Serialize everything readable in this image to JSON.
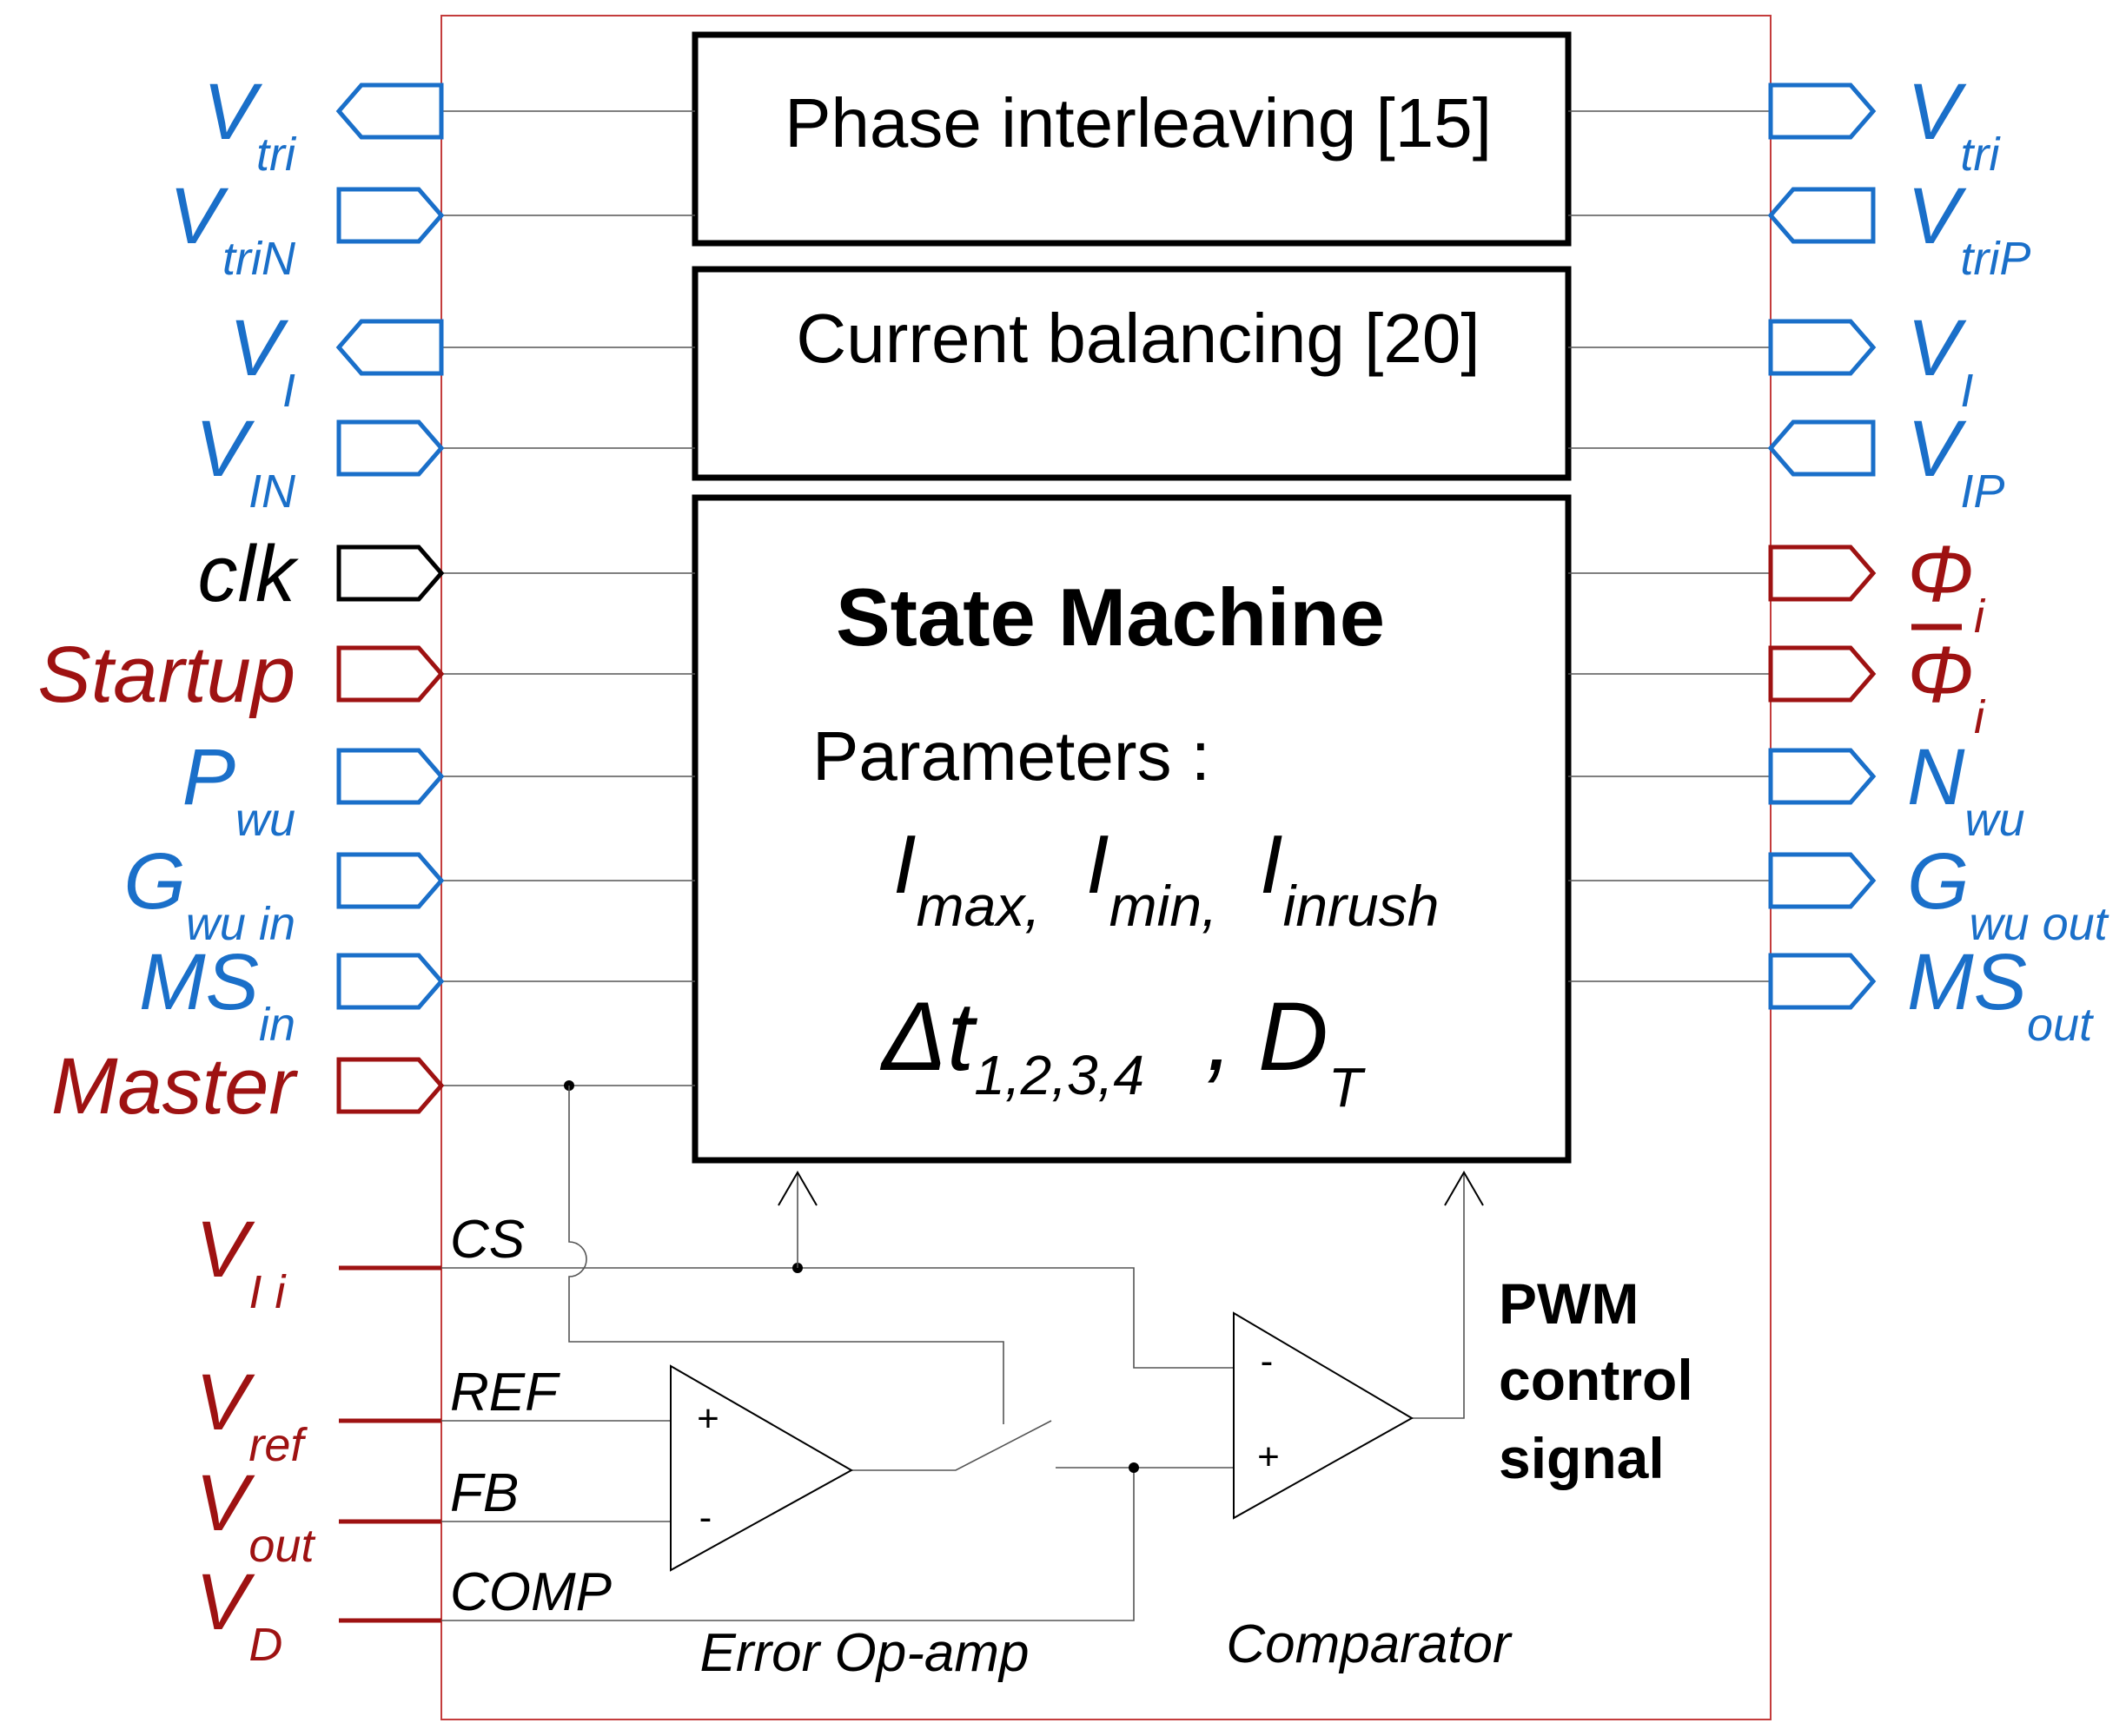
{
  "blocks": {
    "phase": "Phase interleaving [15]",
    "current": "Current balancing [20]",
    "sm_title": "State Machine",
    "sm_params": "Parameters :",
    "imax_base": "I",
    "imax_sub": "max",
    "imin_base": "I",
    "imin_sub": "min",
    "iinrush_base": "I",
    "iinrush_sub": "inrush",
    "comma": ",",
    "dt_base": "Δt",
    "dt_sub": "1,2,3,4",
    "d_base": "D",
    "d_sub": "T"
  },
  "left_ports": [
    {
      "base": "V",
      "sub": "tri",
      "color": "blue"
    },
    {
      "base": "V",
      "sub": "triN",
      "color": "blue"
    },
    {
      "base": "V",
      "sub": "I",
      "color": "blue"
    },
    {
      "base": "V",
      "sub": "IN",
      "color": "blue"
    },
    {
      "base": "clk",
      "sub": "",
      "color": "black"
    },
    {
      "base": "Startup",
      "sub": "",
      "color": "red"
    },
    {
      "base": "P",
      "sub": "wu",
      "color": "blue"
    },
    {
      "base": "G",
      "sub": "wu in",
      "color": "blue"
    },
    {
      "base": "MS",
      "sub": "in",
      "color": "blue"
    },
    {
      "base": "Master",
      "sub": "",
      "color": "red"
    }
  ],
  "right_ports": [
    {
      "base": "V",
      "sub": "tri",
      "color": "blue"
    },
    {
      "base": "V",
      "sub": "triP",
      "color": "blue"
    },
    {
      "base": "V",
      "sub": "I",
      "color": "blue"
    },
    {
      "base": "V",
      "sub": "IP",
      "color": "blue"
    },
    {
      "base": "Φ",
      "sub": "i",
      "color": "red"
    },
    {
      "base": "Φ",
      "sub": "i",
      "color": "red"
    },
    {
      "base": "N",
      "sub": "wu",
      "color": "blue"
    },
    {
      "base": "G",
      "sub": "wu out",
      "color": "blue"
    },
    {
      "base": "MS",
      "sub": "out",
      "color": "blue"
    }
  ],
  "bottom_inputs": [
    {
      "base": "V",
      "sub": "I i",
      "net": "CS"
    },
    {
      "base": "V",
      "sub": "ref",
      "net": "REF"
    },
    {
      "base": "V",
      "sub": "out",
      "net": "FB"
    },
    {
      "base": "V",
      "sub": "D",
      "net": "COMP"
    }
  ],
  "opamp": {
    "plus": "+",
    "minus": "-",
    "label": "Error Op-amp"
  },
  "comparator": {
    "plus": "+",
    "minus": "-",
    "label": "Comparator"
  },
  "pwm": [
    "PWM",
    "control",
    "signal"
  ],
  "colors": {
    "blue": "#1a6fc9",
    "red": "#9e1212",
    "black": "#000000",
    "frame": "#c43c3c"
  }
}
